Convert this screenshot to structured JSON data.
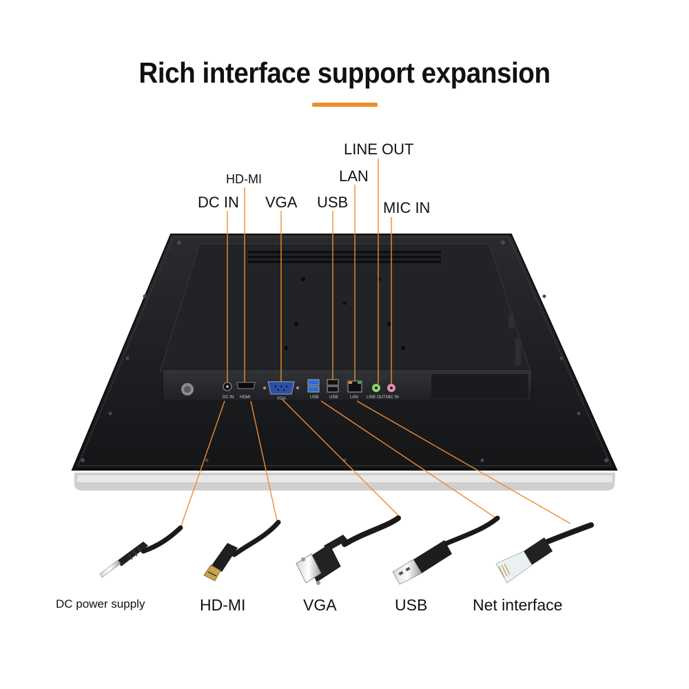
{
  "title": "Rich interface support expansion",
  "colors": {
    "accent": "#f08c2e",
    "panel": "#1c1d20",
    "bezel": "#d9d9d9"
  },
  "port_callouts": {
    "line_out": "LINE OUT",
    "lan": "LAN",
    "hdmi": "HD-MI",
    "dc_in": "DC IN",
    "vga": "VGA",
    "usb": "USB",
    "mic_in": "MIC IN"
  },
  "port_markings": [
    "DC IN",
    "HDMI",
    "VGA",
    "USB",
    "USB",
    "LAN",
    "LINE OUT",
    "MIC IN"
  ],
  "cables": {
    "dc": "DC power supply",
    "hdmi": "HD-MI",
    "vga": "VGA",
    "usb": "USB",
    "net": "Net interface"
  }
}
